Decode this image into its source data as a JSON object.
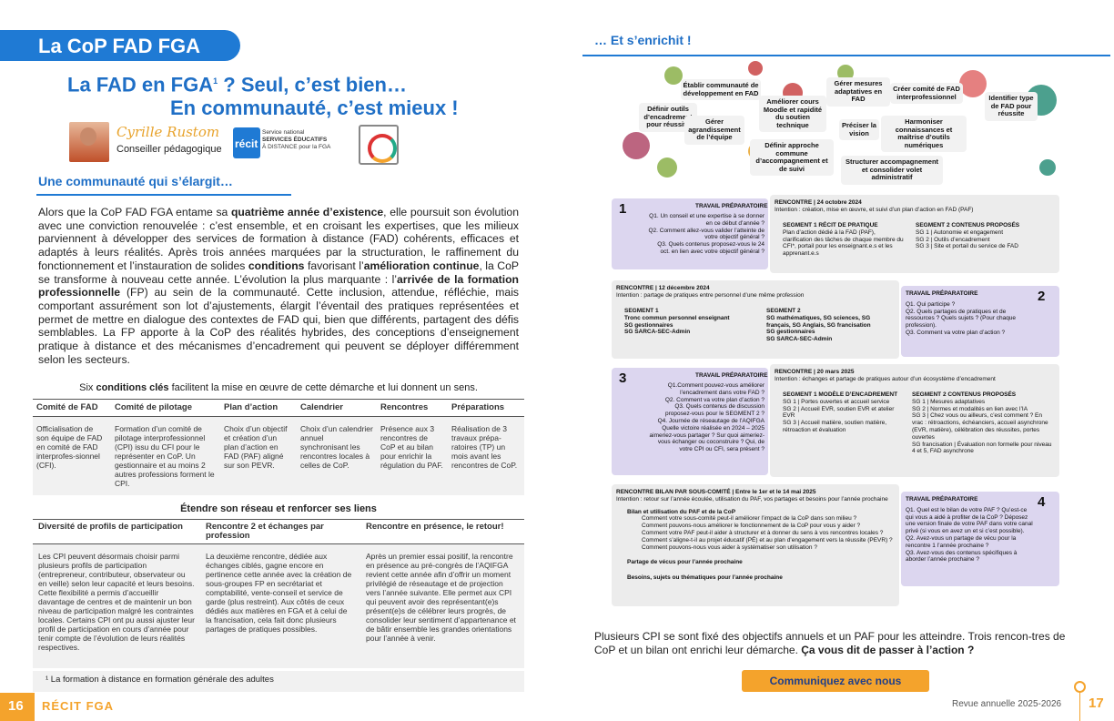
{
  "header": {
    "tab": "La CoP FAD FGA"
  },
  "title": {
    "line1a": "La FAD en FGA",
    "sup": "1",
    "line1b": "? Seul, c’est bien…",
    "line2": "En communauté, c’est mieux !"
  },
  "author": {
    "signature": "Cyrille Rustom",
    "role": "Conseiller pédagogique"
  },
  "logo": {
    "recit": "récit",
    "l1": "Service national",
    "l2": "SERVICES ÉDUCATIFS",
    "l3": "À DISTANCE pour la FGA"
  },
  "section1": {
    "heading": "Une communauté qui s’élargit…"
  },
  "para": {
    "p1": "Alors que la CoP FAD FGA entame sa ",
    "b1": "quatrième année d’existence",
    "p2": ", elle poursuit son évolution avec une conviction renouvelée : c’est ensemble, et en croisant les expertises, que les milieux parviennent à développer des services de formation à distance (FAD) cohérents, efficaces et adaptés à leurs réalités. Après trois années marquées par la structuration, le raffinement du fonctionnement et l’instauration de solides ",
    "b2": "conditions",
    "p3": " favorisant l’",
    "b3": "amélioration continue",
    "p4": ", la CoP se transforme à nouveau cette année. L’évolution la plus marquante : l’",
    "b4": "arrivée de la formation professionnelle",
    "p5": " (FP) au sein de la communauté. Cette inclusion, attendue, réfléchie, mais comportant assurément son lot d’ajustements, élargit l’éventail des pratiques représentées et permet de mettre en dialogue des contextes de FAD qui, bien que différents, partagent des défis semblables. La FP apporte à la CoP des réalités hybrides, des conceptions d’enseignement pratique à distance et des mécanismes d’encadrement qui peuvent se déployer différemment selon les secteurs."
  },
  "caption": {
    "a": "Six ",
    "b": "conditions clés",
    "c": " facilitent la mise en œuvre de cette démarche et lui donnent un sens."
  },
  "table1": {
    "headers": [
      "Comité de FAD",
      "Comité de pilotage",
      "Plan d’action",
      "Calendrier",
      "Rencontres",
      "Préparations"
    ],
    "cells": [
      "Officialisation de son équipe de FAD en comité de FAD interprofes-sionnel (CFI).",
      "Formation d’un comité de pilotage interprofessionnel (CPI) issu du CFI pour le représenter en CoP. Un gestionnaire et au moins 2 autres professions forment le CPI.",
      "Choix d’un objectif et création d’un plan d’action en FAD (PAF) aligné sur son PEVR.",
      "Choix d’un calendrier annuel synchronisant les rencontres locales à celles de CoP.",
      "Présence aux 3 rencontres de CoP et au bilan pour enrichir la régulation du PAF.",
      "Réalisation de 3 travaux prépa-ratoires (TP) un mois avant les rencontres de CoP."
    ]
  },
  "section2": {
    "heading": "Étendre son réseau et renforcer ses liens"
  },
  "table2": {
    "headers": [
      "Diversité de profils de participation",
      "Rencontre 2 et échanges par profession",
      "Rencontre en présence, le retour!"
    ],
    "cells": [
      "Les CPI peuvent désormais choisir parmi plusieurs profils de participation (entrepreneur, contributeur, observateur ou en veille) selon leur capacité et leurs besoins. Cette flexibilité a permis d’accueillir davantage de centres et de maintenir un bon niveau de participation malgré les contraintes locales. Certains CPI ont pu aussi ajuster leur profil de participation en cours d’année pour tenir compte de l’évolution de leurs réalités respectives.",
      "La deuxième rencontre, dédiée aux échanges ciblés, gagne encore en pertinence cette année avec la création de sous-groupes FP en secrétariat et comptabilité, vente-conseil et service de garde (plus restreint). Aux côtés de ceux dédiés aux matières en FGA et à celui de la francisation, cela fait donc plusieurs partages de pratiques possibles.",
      "Après un premier essai positif, la rencontre en présence au pré-congrès de l’AQIFGA revient cette année afin d’offrir un moment privilégié de réseautage et de projection vers l’année suivante. Elle permet aux CPI qui peuvent avoir des représentant(e)s présent(e)s de célébrer leurs progrès, de consolider leur sentiment d’appartenance et de bâtir ensemble les grandes orientations pour l’année à venir."
    ]
  },
  "footnote": "¹ La formation à distance en formation générale des adultes",
  "footer_left": {
    "page": "16",
    "brand": "RÉCIT FGA"
  },
  "right": {
    "heading": "… Et s’enrichit !"
  },
  "map_bubbles": [
    "Établir communauté de développement en FAD",
    "Gérer mesures adaptatives en FAD",
    "Créer comité de FAD interprofessionnel",
    "Identifier type de FAD pour réussite",
    "Définir outils d’encadrement pour réussite",
    "Améliorer cours Moodle et rapidité du soutien technique",
    "Gérer agrandissement de l’équipe",
    "Préciser la vision",
    "Harmoniser connaissances et maîtrise d’outils numériques",
    "Définir approche commune d’accompagnement et de suivi",
    "Structurer accompagnement et consolider volet administratif"
  ],
  "r1": {
    "num": "1",
    "tp_title": "TRAVAIL PRÉPARATOIRE",
    "tp": [
      "Q1. Un conseil et une expertise à se donner en ce début d’année ?",
      "Q2. Comment allez-vous valider l’atteinte de votre objectif général ?",
      "Q3. Quels contenus proposez-vous le 24 oct. en lien avec votre objectif général ?"
    ],
    "title": "RENCONTRE | 24 octobre 2024",
    "intent": "Intention : création, mise en œuvre, et suivi d’un plan d’action en FAD (PAF)",
    "s1": "SEGMENT 1 RÉCIT DE PRATIQUE",
    "s1t": "Plan d’action dédié à la FAD (PAF), clarification des tâches de chaque membre du CFI*, portail pour les enseignant.e.s et les apprenant.e.s",
    "s2": "SEGMENT 2 CONTENUS PROPOSÉS",
    "s2l": [
      "SG 1 | Autonomie et engagement",
      "SG 2 | Outils d’encadrement",
      "SG 3 | Site et portail du service de FAD"
    ]
  },
  "r2": {
    "num": "2",
    "title": "RENCONTRE | 12 décembre 2024",
    "intent": "Intention : partage de pratiques entre personnel d’une même profession",
    "s1": "SEGMENT 1",
    "s1l": [
      "Tronc commun personnel enseignant",
      "SG gestionnaires",
      "SG SARCA-SEC-Admin"
    ],
    "s2": "SEGMENT 2",
    "s2l": [
      "SG mathématiques, SG sciences, SG français, SG Anglais, SG francisation",
      "SG gestionnaires",
      "SG SARCA-SEC-Admin"
    ],
    "tp_title": "TRAVAIL PRÉPARATOIRE",
    "tp": [
      "Q1. Qui participe ?",
      "Q2. Quels partages de pratiques et de ressources ? Quels sujets ? (Pour chaque profession).",
      "Q3. Comment va votre plan d’action ?"
    ]
  },
  "r3": {
    "num": "3",
    "tp_title": "TRAVAIL PRÉPARATOIRE",
    "tp": [
      "Q1.Comment pouvez-vous améliorer l’encadrement dans votre FAD ?",
      "Q2. Comment va votre plan d’action ?",
      "Q3. Quels contenus de discussion proposez-vous pour le SEGMENT 2 ?",
      "Q4. Journée de réseautage de l’AQIFGA Quelle victoire réalisée en 2024 – 2025 aimeriez-vous partager ? Sur quoi aimeriez-vous échanger ou coconstruire ? Qui, de votre CPI ou CFI, sera présent ?"
    ],
    "title": "RENCONTRE | 20 mars 2025",
    "intent": "Intention : échanges et partage de pratiques autour d’un écosystème d’encadrement",
    "s1": "SEGMENT 1 MODÈLE D’ENCADREMENT",
    "s1l": [
      "SG 1 | Portes ouvertes et accueil service",
      "SG 2 | Accueil EVR, soutien EVR et atelier EVR",
      "SG 3 | Accueil matière, soutien matière, rétroaction et évaluation"
    ],
    "s2": "SEGMENT 2 CONTENUS PROPOSÉS",
    "s2l": [
      "SG 1 | Mesures adaptatives",
      "SG 2 | Normes et modalités en lien avec l’IA",
      "SG 3 | Chez vous ou ailleurs, c’est comment ? En vrac : rétroactions, échéanciers, accueil asynchrone (EVR, matière), célébration des réussites, portes ouvertes",
      "SG francisation | Évaluation non formelle pour niveau 4 et 5, FAD asynchrone"
    ]
  },
  "r4": {
    "num": "4",
    "title": "RENCONTRE BILAN PAR SOUS-COMITÉ | Entre le 1er et le 14 mai 2025",
    "intent": "Intention : retour sur l’année écoulée, utilisation du PAF, vos partages et besoins pour l’année prochaine",
    "b1": "Bilan et utilisation du PAF et de la CoP",
    "b1l": [
      "Comment votre sous-comité peut-il améliorer l’impact de la CoP dans son milieu ?",
      "Comment pouvons-nous améliorer le fonctionnement de la CoP pour vous y aider ?",
      "Comment votre PAF peut-il aider à structurer et à donner du sens à vos rencontres locales ?",
      "Comment s’aligne-t-il au projet éducatif (PÉ) et au plan d’engagement vers la réussite (PEVR) ?",
      "Comment pouvons-nous vous aider à systématiser son utilisation ?"
    ],
    "b2": "Partage de vécus pour l’année prochaine",
    "b3": "Besoins, sujets ou thématiques pour l’année prochaine",
    "tp_title": "TRAVAIL PRÉPARATOIRE",
    "tp": [
      "Q1. Quel est le bilan de votre PAF ? Qu’est-ce qui vous a aidé à profiter de la CoP ? Déposez une version finale de votre PAF dans votre canal privé (si vous en avez un et si c’est possible).",
      "Q2. Avez-vous un partage de vécu pour la rencontre 1 l’année prochaine ?",
      "Q3. Avez-vous des contenus spécifiques à aborder l’année prochaine ?"
    ]
  },
  "right_para": {
    "a": "Plusieurs CPI se sont fixé des objectifs annuels et un PAF pour les atteindre. Trois rencon-tres de CoP et un bilan ont enrichi leur démarche. ",
    "b": "Ça vous dit de passer à l’action ?"
  },
  "button": "Communiquez avec nous",
  "footer_right": {
    "revue": "Revue annuelle 2025-2026",
    "page": "17"
  },
  "colors": {
    "blue": "#1f7ad4",
    "orange": "#f4a32c",
    "purple": "#dcd6ef"
  }
}
